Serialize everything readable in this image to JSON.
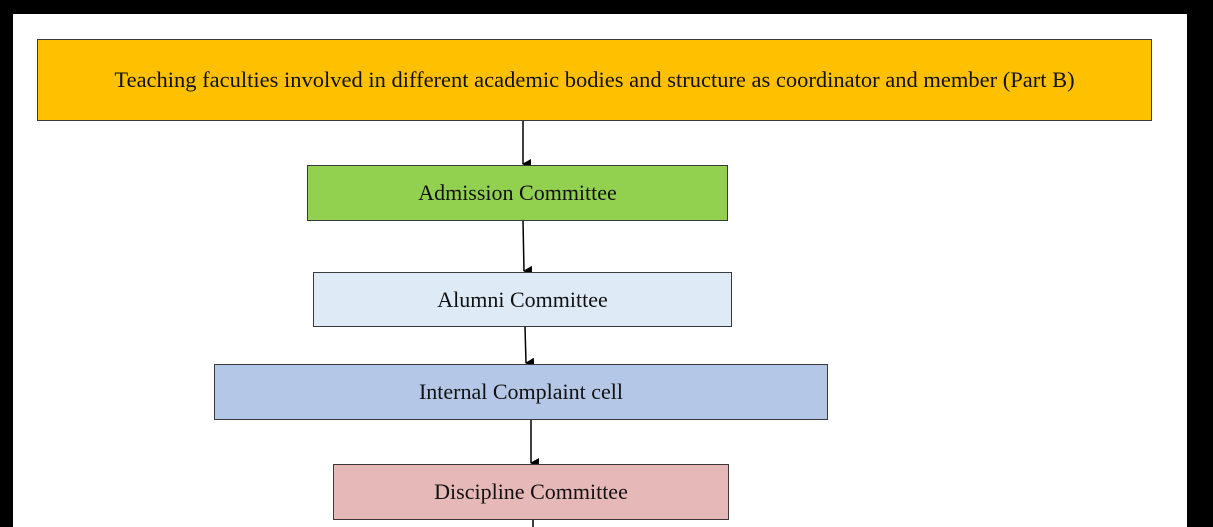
{
  "nodes": [
    {
      "id": "box-top",
      "label": "Teaching faculties involved in different academic bodies and structure as coordinator and member (Part B)",
      "fill": "#FFC000"
    },
    {
      "id": "box-admission",
      "label": "Admission Committee",
      "fill": "#92D050"
    },
    {
      "id": "box-alumni",
      "label": "Alumni Committee",
      "fill": "#DEEAF5"
    },
    {
      "id": "box-internal",
      "label": "Internal Complaint cell",
      "fill": "#B4C7E7"
    },
    {
      "id": "box-discipline",
      "label": "Discipline Committee",
      "fill": "#E6B9B8"
    }
  ],
  "edges": [
    {
      "from": "box-top",
      "to": "box-admission"
    },
    {
      "from": "box-admission",
      "to": "box-alumni"
    },
    {
      "from": "box-alumni",
      "to": "box-internal"
    },
    {
      "from": "box-internal",
      "to": "box-discipline"
    },
    {
      "from": "box-discipline",
      "to": "continuation"
    }
  ],
  "colors": {
    "frame": "#000000",
    "border": "#3a3a3a",
    "arrow": "#000000"
  }
}
